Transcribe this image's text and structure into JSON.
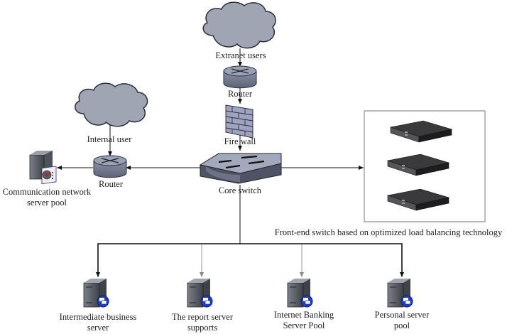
{
  "diagram": {
    "type": "network-topology",
    "colors": {
      "cloud_fill": "#a0a5b4",
      "cloud_stroke": "#2b2f3a",
      "router_fill": "#8a90a3",
      "switch_fill": "#9aa0b2",
      "firewall_fill": "#9ea3bf",
      "server_body": "#5f636c",
      "server_badge": "#1e3fbf",
      "rack_server": "#2e2e30",
      "line_dark": "#111111",
      "line_light": "#aaaaaa"
    },
    "nodes": {
      "extranet_cloud": {
        "label": "Extranet users",
        "icon": "cloud-icon"
      },
      "top_router": {
        "label": "Router",
        "icon": "router-icon"
      },
      "firewall": {
        "label": "Fire wall",
        "icon": "firewall-icon"
      },
      "core_switch": {
        "label": "Core switch",
        "icon": "switch-icon"
      },
      "internal_cloud": {
        "label": "Internal user",
        "icon": "cloud-icon"
      },
      "left_router": {
        "label": "Router",
        "icon": "router-icon"
      },
      "comm_pool": {
        "label": "Communication network server pool",
        "icon": "server-icon"
      },
      "front_end_group": {
        "label": "Front-end switch based on optimized load balancing technology",
        "icon": "rack-server-icon",
        "count": 3
      },
      "intermediate": {
        "label": "Intermediate business server",
        "icon": "server-icon"
      },
      "report": {
        "label": "The report server supports",
        "icon": "server-icon"
      },
      "banking": {
        "label": "Internet Banking Server Pool",
        "icon": "server-icon"
      },
      "personal": {
        "label": "Personal server pool",
        "icon": "server-icon"
      }
    },
    "edges": [
      {
        "from": "extranet_cloud",
        "to": "top_router"
      },
      {
        "from": "top_router",
        "to": "firewall"
      },
      {
        "from": "firewall",
        "to": "core_switch"
      },
      {
        "from": "internal_cloud",
        "to": "left_router"
      },
      {
        "from": "core_switch",
        "to": "left_router"
      },
      {
        "from": "left_router",
        "to": "comm_pool"
      },
      {
        "from": "core_switch",
        "to": "front_end_group"
      },
      {
        "from": "core_switch",
        "to": "intermediate"
      },
      {
        "from": "core_switch",
        "to": "report"
      },
      {
        "from": "core_switch",
        "to": "banking"
      },
      {
        "from": "core_switch",
        "to": "personal"
      }
    ]
  }
}
